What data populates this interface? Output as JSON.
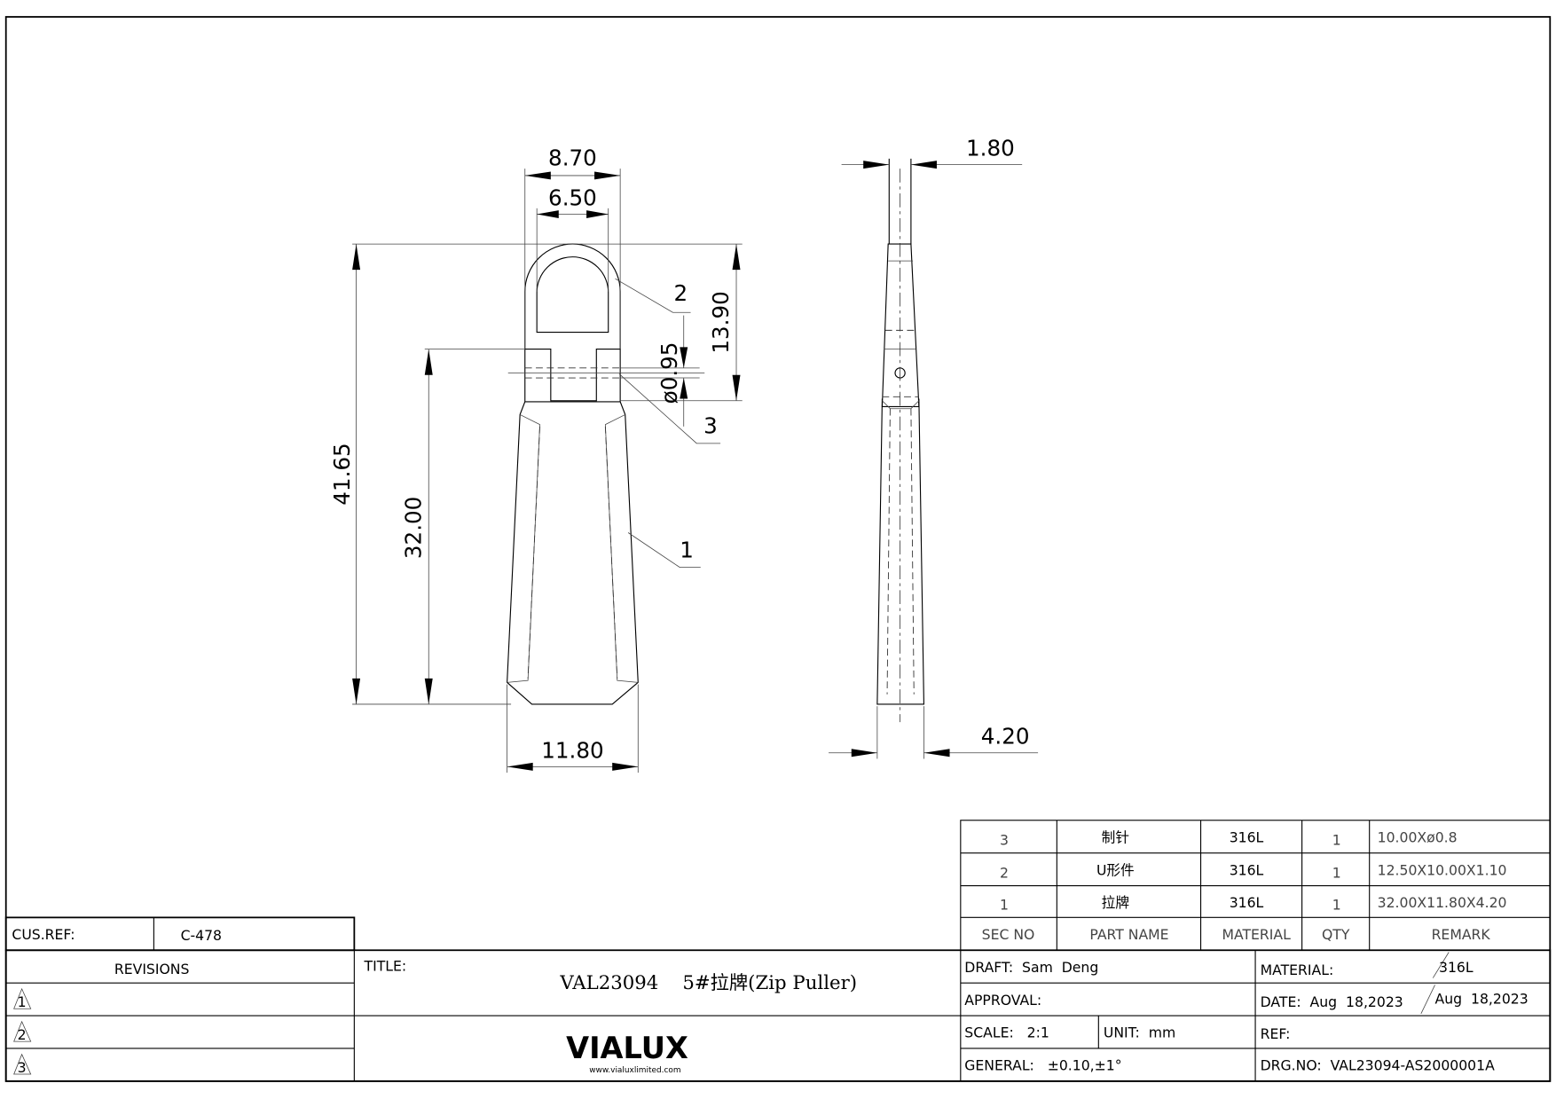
{
  "dimensions": {
    "width_outer": "8.70",
    "width_inner": "6.50",
    "total_length": "41.65",
    "puller_length": "32.00",
    "u_height": "13.90",
    "pin_dia": "ø0.95",
    "bottom_width": "11.80",
    "side_top": "1.80",
    "side_bottom": "4.20"
  },
  "balloons": [
    "1",
    "2",
    "3"
  ],
  "parts_table": {
    "headers": [
      "SEC NO",
      "PART NAME",
      "MATERIAL",
      "QTY",
      "REMARK"
    ],
    "rows": [
      {
        "sec": "3",
        "name": "制针",
        "material": "316L",
        "qty": "1",
        "remark": "10.00Xø0.8"
      },
      {
        "sec": "2",
        "name": "U形件",
        "material": "316L",
        "qty": "1",
        "remark": "12.50X10.00X1.10"
      },
      {
        "sec": "1",
        "name": "拉牌",
        "material": "316L",
        "qty": "1",
        "remark": "32.00X11.80X4.20"
      }
    ]
  },
  "title_block": {
    "cus_ref_label": "CUS.REF:",
    "cus_ref": "C-478",
    "revisions_label": "REVISIONS",
    "revisions": [
      "1",
      "2",
      "3"
    ],
    "title_label": "TITLE:",
    "title": "VAL23094    5#拉牌(Zip Puller)",
    "logo": "VIALUX",
    "logo_url": "www.vialuxlimited.com",
    "draft": "DRAFT:  Sam  Deng",
    "approval": "APPROVAL:",
    "scale": "SCALE:   2:1",
    "unit": "UNIT:  mm",
    "general": "GENERAL:   ±0.10,±1°",
    "material_label": "MATERIAL:",
    "material": "316L",
    "date": "DATE:  Aug  18,2023",
    "date2": "Aug  18,2023",
    "ref": "REF:",
    "drg_no": "DRG.NO:  VAL23094-AS2000001A"
  }
}
